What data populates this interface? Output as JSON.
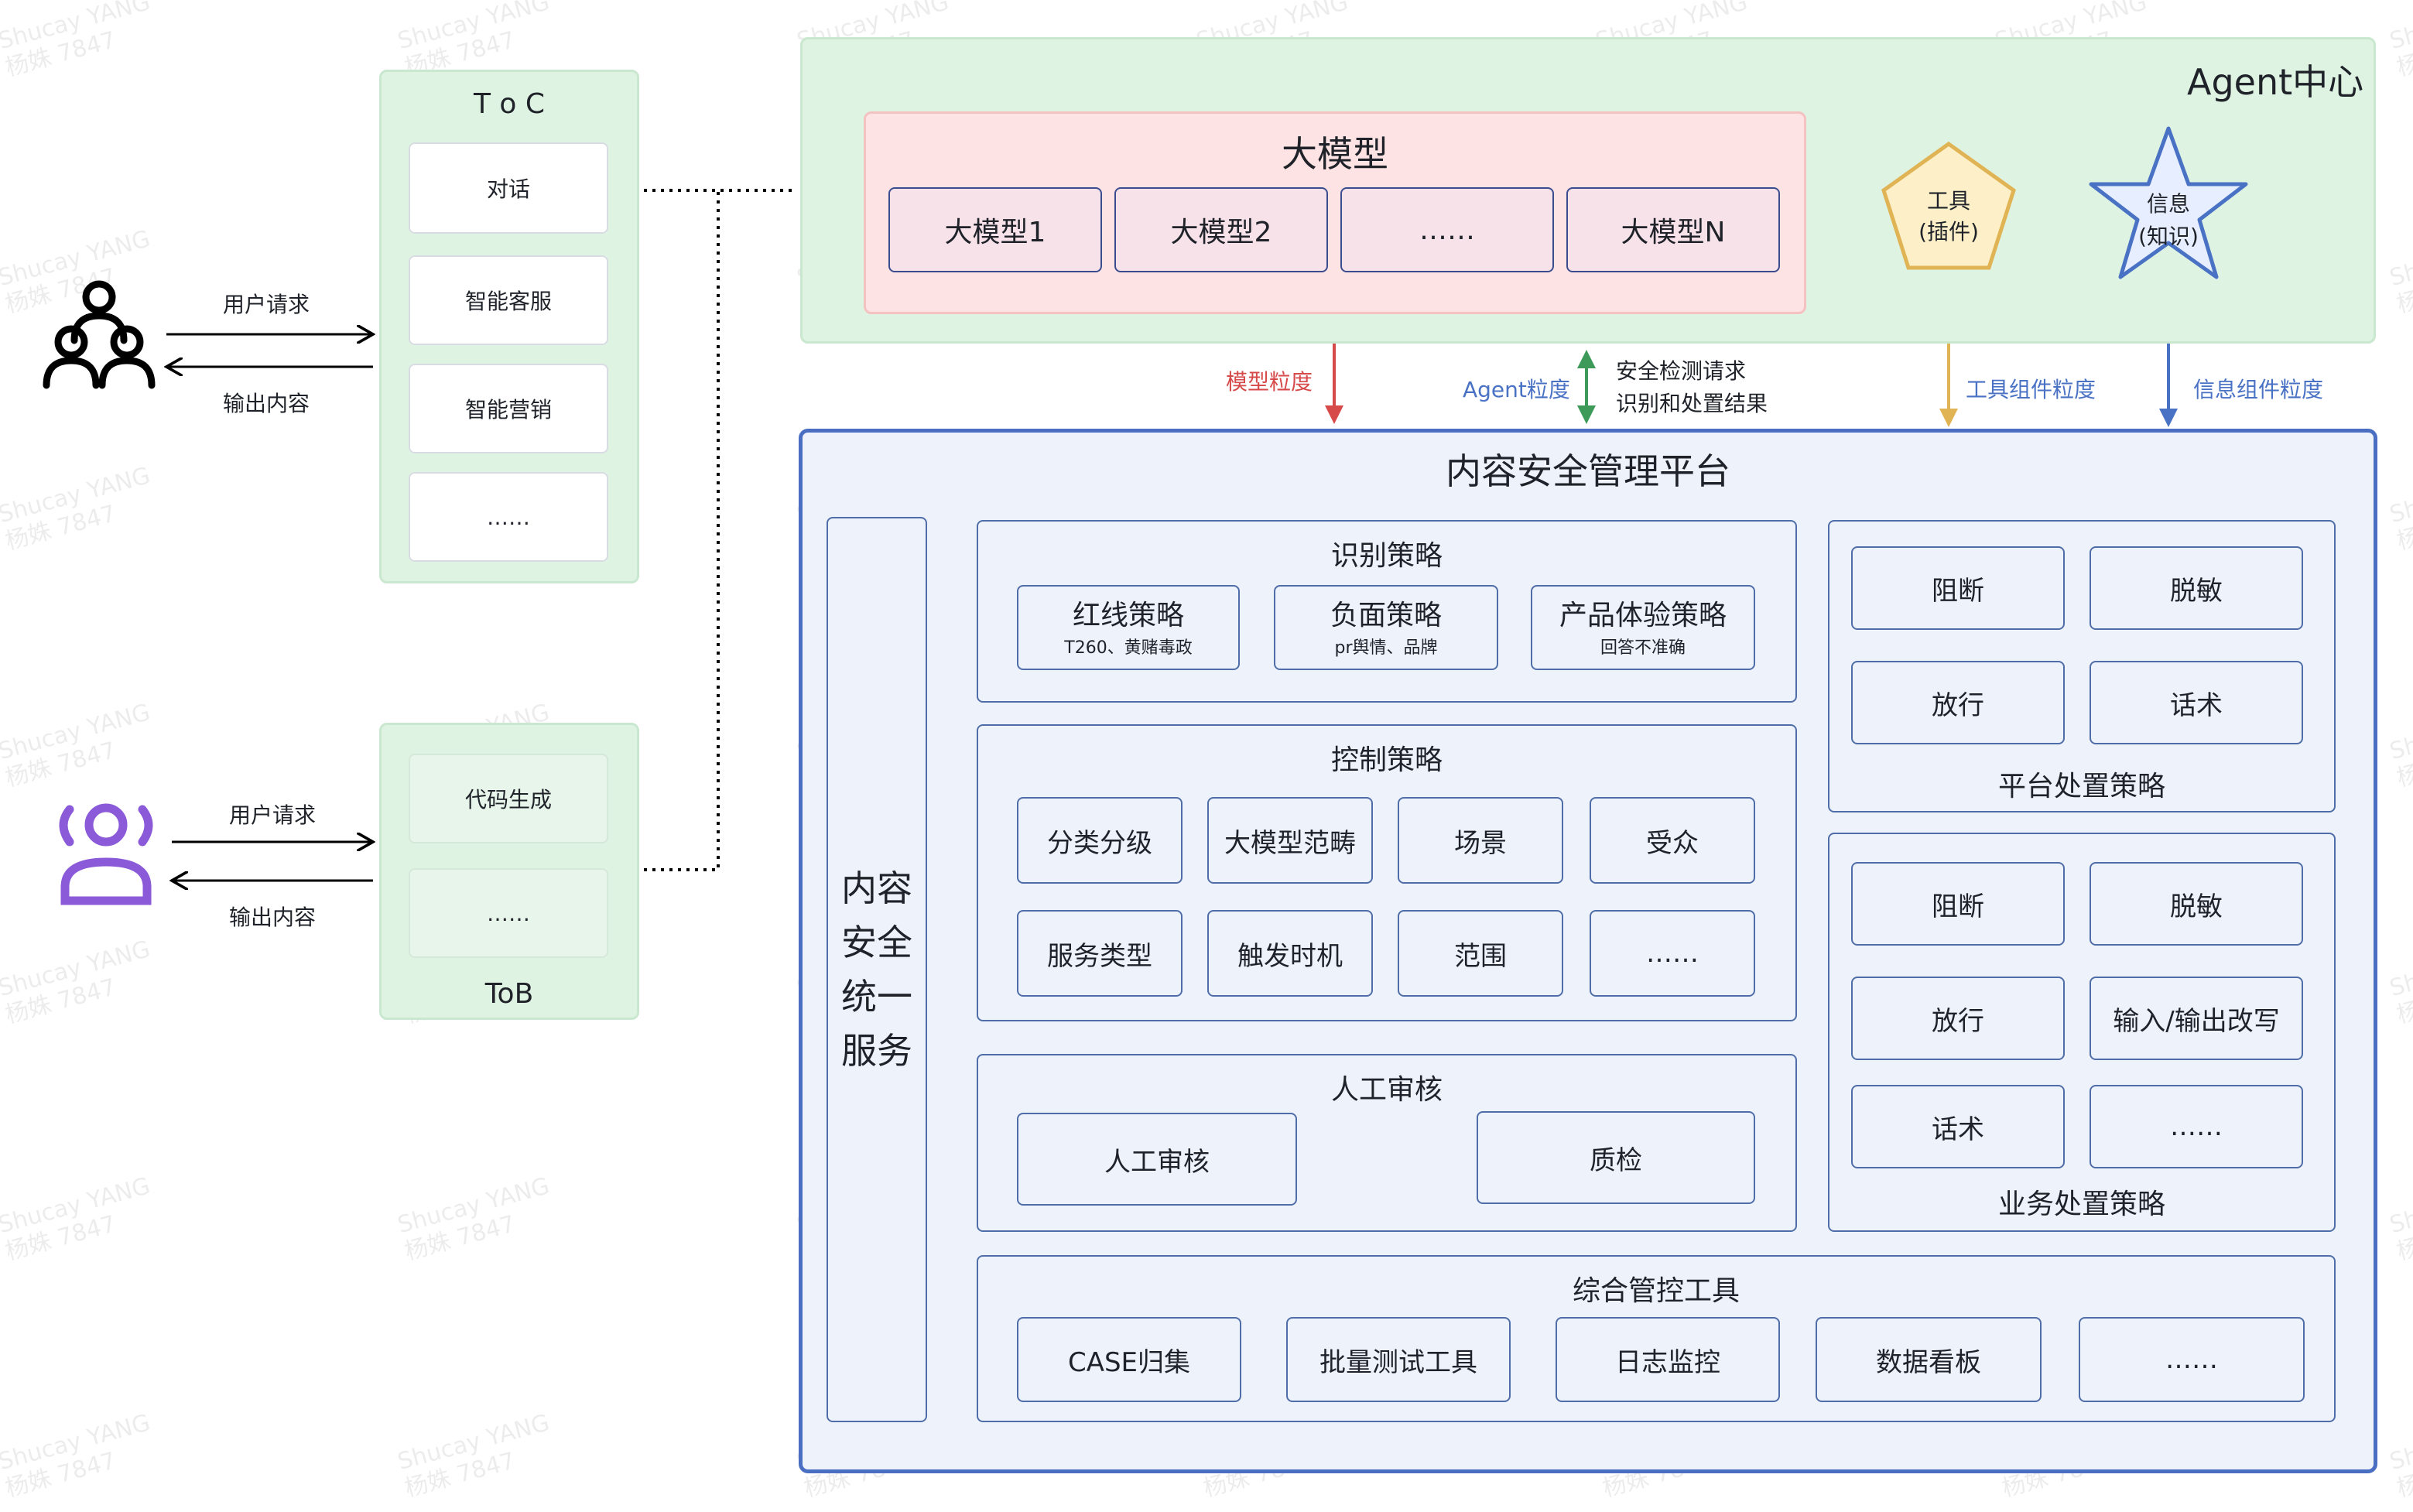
{
  "users": {
    "toc": {
      "request": "用户请求",
      "response": "输出内容"
    },
    "tob": {
      "request": "用户请求",
      "response": "输出内容"
    }
  },
  "toc": {
    "title": "T o C",
    "items": [
      "对话",
      "智能客服",
      "智能营销",
      "……"
    ]
  },
  "tob": {
    "title": "ToB",
    "items": [
      "代码生成",
      "……"
    ]
  },
  "agent_center": {
    "title": "Agent中心",
    "llm": {
      "title": "大模型",
      "items": [
        "大模型1",
        "大模型2",
        "……",
        "大模型N"
      ]
    },
    "tool": {
      "line1": "工具",
      "line2": "(插件)"
    },
    "info": {
      "line1": "信息",
      "line2": "(知识)"
    }
  },
  "connectors": {
    "model": "模型粒度",
    "agent": "Agent粒度",
    "agent_note_1": "安全检测请求",
    "agent_note_2": "识别和处置结果",
    "tool": "工具组件粒度",
    "info": "信息组件粒度"
  },
  "platform": {
    "title": "内容安全管理平台",
    "unified_service": [
      "内容",
      "安全",
      "统一",
      "服务"
    ],
    "recognition": {
      "title": "识别策略",
      "items": [
        {
          "name": "红线策略",
          "sub": "T260、黄赌毒政"
        },
        {
          "name": "负面策略",
          "sub": "pr舆情、品牌"
        },
        {
          "name": "产品体验策略",
          "sub": "回答不准确"
        }
      ]
    },
    "control": {
      "title": "控制策略",
      "items": [
        "分类分级",
        "大模型范畴",
        "场景",
        "受众",
        "服务类型",
        "触发时机",
        "范围",
        "……"
      ]
    },
    "manual": {
      "title": "人工审核",
      "items": [
        "人工审核",
        "质检"
      ]
    },
    "tools": {
      "title": "综合管控工具",
      "items": [
        "CASE归集",
        "批量测试工具",
        "日志监控",
        "数据看板",
        "……"
      ]
    },
    "platform_policy": {
      "title": "平台处置策略",
      "items": [
        "阻断",
        "脱敏",
        "放行",
        "话术"
      ]
    },
    "business_policy": {
      "title": "业务处置策略",
      "items": [
        "阻断",
        "脱敏",
        "放行",
        "输入/输出改写",
        "话术",
        "……"
      ]
    }
  },
  "watermark": {
    "line1": "Shucay YANG",
    "line2": "杨姝 7847"
  },
  "colors": {
    "green_bg": "#dff3e3",
    "pink_bg": "#fde3e3",
    "platform_border": "#4a6fc2",
    "model_arrow": "#d64a4a",
    "agent_arrow": "#3e9a58",
    "tool_arrow": "#e0b455",
    "info_arrow": "#4a72c4",
    "toc_icon": "#000000",
    "tob_icon": "#8a5ad8"
  },
  "icons": {
    "toc_user": "user-group-icon",
    "tob_user": "user-team-icon",
    "tool": "pentagon-icon",
    "info": "star-icon"
  }
}
